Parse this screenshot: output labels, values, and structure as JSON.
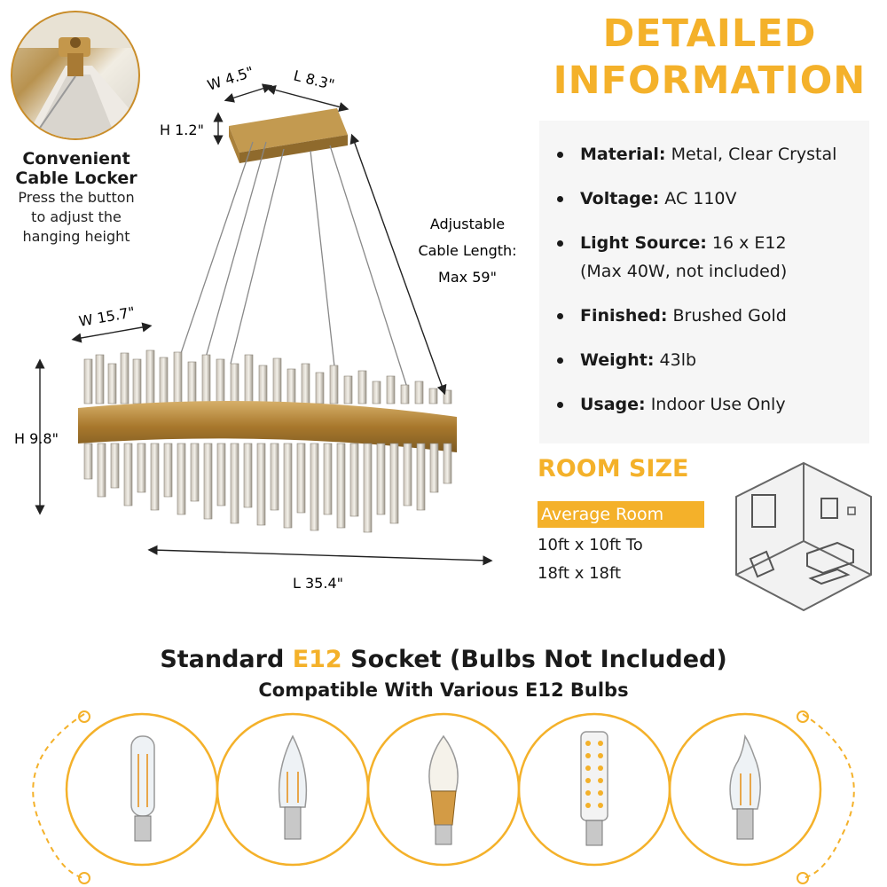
{
  "title": {
    "line1": "DETAILED",
    "line2": "INFORMATION"
  },
  "cable_locker": {
    "title_line1": "Convenient",
    "title_line2": "Cable Locker",
    "desc_line1": "Press the button",
    "desc_line2": "to adjust the",
    "desc_line3": "hanging height"
  },
  "dimensions": {
    "canopy_width": "W 4.5\"",
    "canopy_length": "L 8.3\"",
    "canopy_height": "H 1.2\"",
    "body_width": "W 15.7\"",
    "body_height": "H 9.8\"",
    "body_length": "L 35.4\"",
    "cable_line1": "Adjustable",
    "cable_line2": "Cable Length:",
    "cable_line3": "Max 59\""
  },
  "specs": [
    {
      "label": "Material:",
      "value": "Metal, Clear Crystal"
    },
    {
      "label": "Voltage:",
      "value": "AC 110V"
    },
    {
      "label": "Light Source:",
      "value": "16 x E12",
      "value2": "(Max 40W, not included)"
    },
    {
      "label": "Finished:",
      "value": "Brushed Gold"
    },
    {
      "label": "Weight:",
      "value": "43lb"
    },
    {
      "label": "Usage:",
      "value": "Indoor Use Only"
    }
  ],
  "room": {
    "title": "ROOM SIZE",
    "badge": "Average Room",
    "line1": "10ft x 10ft To",
    "line2": "18ft x 18ft"
  },
  "socket": {
    "heading_pre": "Standard ",
    "heading_accent": "E12",
    "heading_post": " Socket (Bulbs Not Included)",
    "subheading": "Compatible With Various E12 Bulbs"
  },
  "bulbs": [
    {
      "icon": "tubular-filament-bulb-icon"
    },
    {
      "icon": "candle-filament-bulb-icon"
    },
    {
      "icon": "gold-base-led-candle-bulb-icon"
    },
    {
      "icon": "corn-led-bulb-icon"
    },
    {
      "icon": "flame-tip-filament-bulb-icon"
    }
  ],
  "colors": {
    "accent": "#f4b12a",
    "gold": "#b98a3e",
    "text": "#1a1a1a",
    "panel": "#f6f6f6"
  }
}
